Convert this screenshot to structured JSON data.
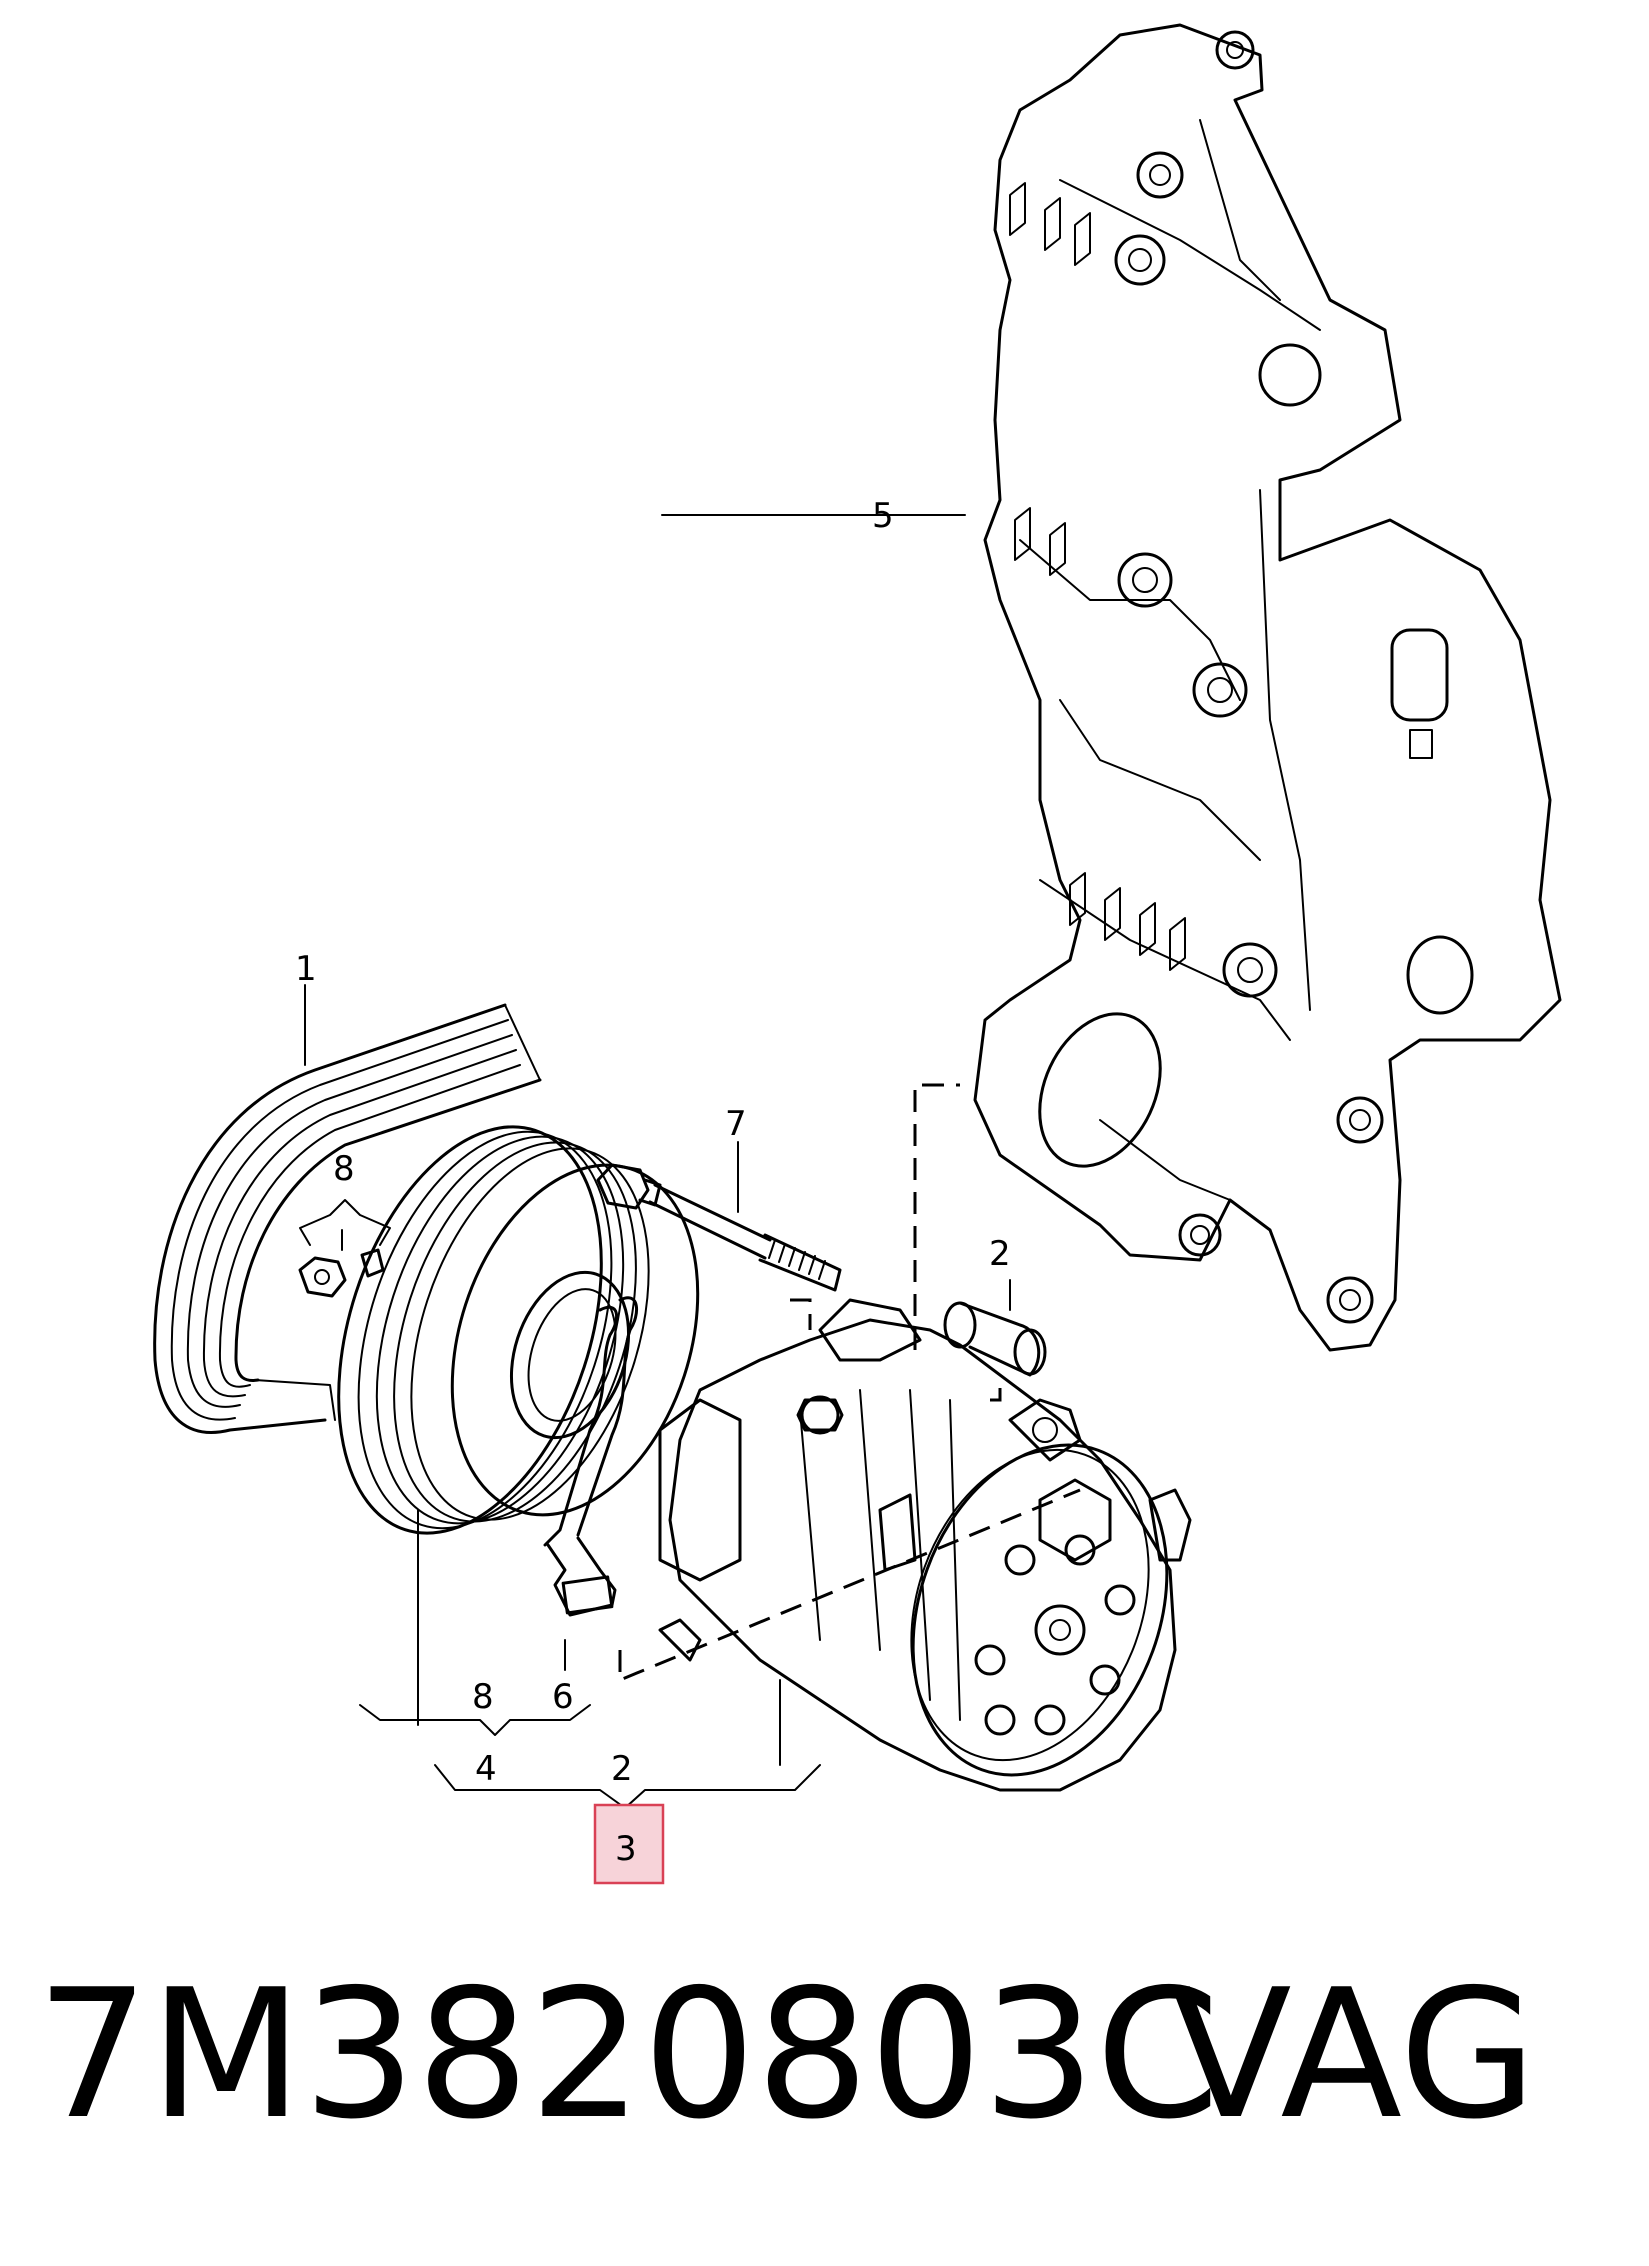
{
  "diagram": {
    "callouts": {
      "c1": "1",
      "c2_top": "2",
      "c2_bottom": "2",
      "c3": "3",
      "c4": "4",
      "c5": "5",
      "c6": "6",
      "c7": "7",
      "c8_top": "8",
      "c8_bottom": "8"
    },
    "highlight_color": "#f7d3d9",
    "highlight_border": "#d94155"
  },
  "footer": {
    "part_number": "7M3820803C",
    "brand": "VAG"
  }
}
